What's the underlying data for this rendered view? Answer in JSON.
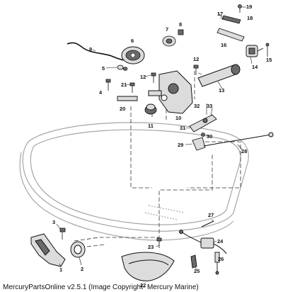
{
  "footer": {
    "text": "MercuryPartsOnline v2.5.1 (Image Copyright- Mercury Marine)"
  },
  "callouts": [
    "1",
    "2",
    "3",
    "4",
    "5",
    "6",
    "7",
    "8",
    "9",
    "10",
    "11",
    "12",
    "13",
    "14",
    "15",
    "16",
    "17",
    "18",
    "19",
    "20",
    "21",
    "22",
    "23",
    "24",
    "25",
    "26",
    "27",
    "28",
    "29",
    "30",
    "31",
    "32",
    "33"
  ],
  "colors": {
    "ink": "#111111",
    "shell": "#a6a6a6",
    "fill_light": "#dcdcdc",
    "fill_dark": "#6a6a6a"
  }
}
